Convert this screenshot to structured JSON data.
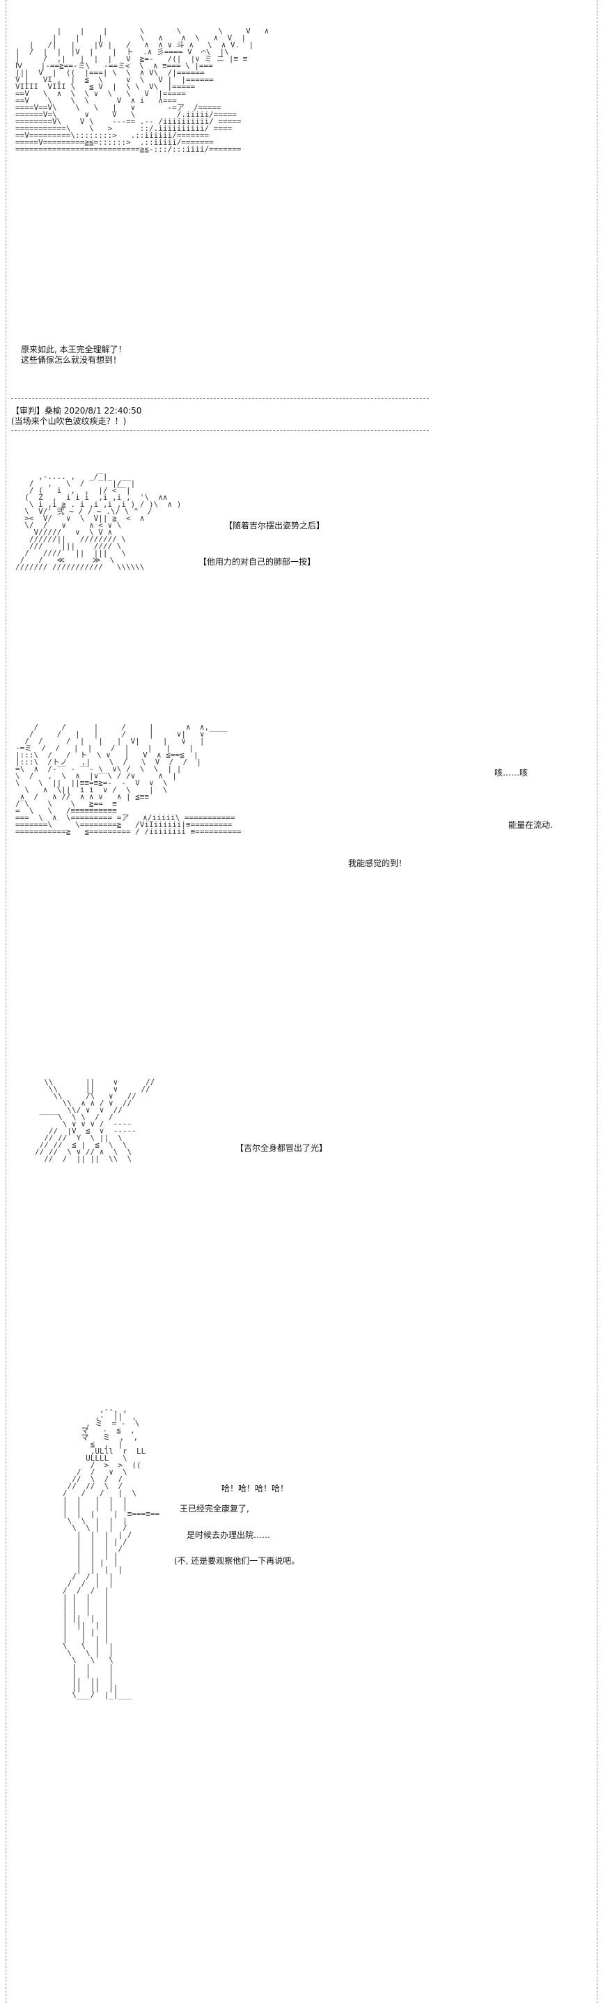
{
  "post_top": {
    "lines": [
      "原来如此, 本王完全理解了！",
      "这些俑傢怎么就没有想到！"
    ]
  },
  "post_header": {
    "author_date": "【审判】桑榆 2020/8/1 22:40:50",
    "line1": "(当场来个山吹色波纹疾走？！)"
  },
  "panel1": {
    "caption1": "【随着吉尔摆出姿势之后】",
    "caption2": "【他用力的对自己的肺部一按】"
  },
  "panel2": {
    "text1": "咳……咳",
    "text2": "能量在流动.",
    "text3": "我能感觉的到！"
  },
  "panel3": {
    "caption": "【吉尔全身都冒出了光】"
  },
  "panel4": {
    "text1": "哈！哈！哈！哈！",
    "text2": "王已经完全康复了,",
    "text3": "是时候去办理出院……",
    "text4": "(不, 还是要观察他们一下再说吧。"
  },
  "art": {
    "top": "         |    |    |       \\       \\        \\     V   ∧\n        |    |    |        \\   ∧    ∧  \\   ∧  V  |\n   |   /|   |    |V |   /   ∧  ∧ ∨ 斗 ∧   \\  ∧ V.  |\n|  /  |  |  |V  |    |  ト  .∧ 彡==== V  ⌒\\  |\\\n|     /  ,|   |  |  |   V  ≧=-   /(|  |∨ ミ ニ |≡ ≡\nⅣ    |-==≧==-ミ\\   -==ミ<  \\  ∧ ≡=== \\ |===\n|||  V  |  ((  |===| \\  \\  ∧ V\\  /|======\nV |   VI ,  |  ≦  \\     ∨  \\   V |  |======\nVIIII  VIII \\   ≦ V  |  \\ \\  V\\  |=====\n==V   \\  ∧  \\  \\ ∨  \\   \\   V  |=====\n==V    \\    \\  \\      V  ∧ i   ∧===\n====V==V\\    \\   \\   |   ∨       -=ア  /=====\n======V=\\      ∨     V   \\         /.iiiii/=====\n========V\\    V \\    ---== .-- /iiiiiiiiii/ =====\n===========\\    \\   >      ::/.iiiiiiiiii/ ====\n==V=========\\::::::::>   .::iiiiii/=======\n=====V=========≧≦=::::::>  .::iiiii/=======\n===========================≧≦-:::/:::iiii/=======",
    "head": "     ,-.... ,    /‾|\n   /   ,   \\  / ‾ ‾ ‾|/‾‾|\n   / (   i  ,  ,  |/ <‾‾|\n  (  Z  ,  i i i  ,i ,i ,  '\\  ∧∧\n   \\ i ,i ≧ . i ,i ,i ,i ) / )\\  ∧ )\n  \\  V/' 弐 ~ / / ~ .\\/ \\ ^  /\n  ><  V/   ∨  \\  V|| ≧  <  ∧\n  \\/  /   ∨     ∧ < ∨ \\\n    V/////   ∨  \\ V ∧\n   //////||   //////// \\\n   ///    |||    //// \\\n  /   ////   ||  |||   \\\n /   /   ≪      ≫  \\\n/////// ///////////   \\\\\\\\\\\\",
    "mid": "    /     /      |     /     |       ∧  ∧,____\n   /     /   |   |     /     |     ∨|   ∨\n  /  /     /  |   |   |  V|     |   ∨   |\n-=ミ  /  /   |  |    /  |    |   |    |\n|:::\\  /   /  ト  \\ ∨   |   V  ∧ ≦==≦  |\n|:::\\  /トノ   ,|    \\  /   \\  V  /  /  |\n=\\  ∧  /-‾‾ - ‾‾- \\  ∨\\ /  \\  \\  | |\n\\  /   ,  \\  ∧  |∨‾‾\\ / /∨     ∧  |\n\\    \\  ||  ||≡≡=≡≧=-  -  V  ∨  \\\n  \\   ∧  \\||  i i  ∨ /  \\    |  \\\n ∧  /   ∧ //  ∧ ∧ ∨   ∧ | ≦≡≡\n/‾\\    \\    \\   ≧==  ≡\n=  \\   \\   /≡≡≡≡≡≡≡≡≡≡\n===  \\  ∧  \\========= =ア   ∧/iiiii\\ ===========\n=======\\     \\========≧   /ViIiiiiii|≡=========\n===========≧   ≦========= / /iiiiiiii ≡==========",
    "burst": "  \\\\       ||    ∨      //\n   \\\\      ||    ∨     //\n    \\\\     /\\   ∨   //\n      \\\\  ∧ ∧ / ∨  //\n ____  \\\\/ ∨  ∨  //\n ‾‾‾‾\\  \\ \\  /  /\n      \\ ∨ ∨ ∨ /  ----\n   //  |V  ≦  ∨  -----\n  // //  Y  \\ ||  \\\n // //  ≦ |  ≦  \\  \\\n// //  \\ ∨ // ∧  \\  \\\n  //  /  || ||  \\\\  \\",
    "figure": "        ,--, ,\n       ,-  ||  ,\n     , ミ  = -  \\\n    マ   -  ≦  ,\n    マ   ミ  ,  ,\n      ≦  ,  |\n      ,ULll  r  LL\n     ULLLL   \\\n      /  >  >  ((\n   /  /   ∨  \\\n  //  \\  /  /\n //  //  \\  /\n/   /   /   |  \\\n|  |   |  |  |\n|  |   |  |  |\n|  |  |    |  ≡===≡==\n \\  \\  |  |  |\n  \\  \\ |  |  /\n   |  |  |  | /\n   |  |  | | /\n   |  |  |  /\n   |  |  | |\n   |  | |  |\n   |  |  |  |\n  /  / |  |\n /  /  |  |\n/  /  /  |\n| |  |   |\n| |  |   |\n| |  |   |\n| ||  |  |\n|  ||  | |\n|   | |  |\n|   |  | |\n\\   \\  |  |\n \\   \\ |  |\n  \\   \\   \\\n  |  |    |\n  |  |    |\n  ||  ||  |\n  ||  ||  ||\n  \\___/  |_|___"
  }
}
